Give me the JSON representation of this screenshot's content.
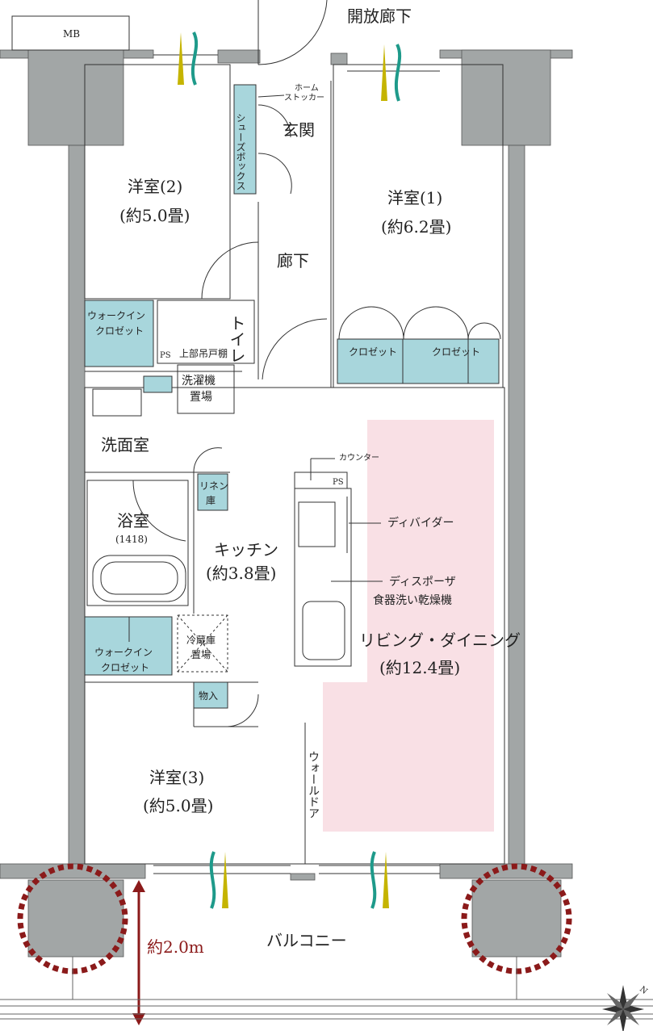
{
  "colors": {
    "wall": "#a2a6a6",
    "storage": "#a8d6dc",
    "ld_highlight": "#f9e0e5",
    "depth_marker": "#8b1a1a",
    "vent_green": "#1e9a8a",
    "vent_gold": "#c5b400"
  },
  "labels": {
    "mb": "MB",
    "corridor": "開放廊下",
    "home_stocker": "ホーム",
    "home_stocker2": "ストッカー",
    "shoe_box": "シューズボックス",
    "entrance": "玄関",
    "room2": "洋室(2)",
    "room2_size": "(約5.0畳)",
    "room1": "洋室(1)",
    "room1_size": "(約6.2畳)",
    "hallway": "廊下",
    "wic1_a": "ウォークイン",
    "wic1_b": "クロゼット",
    "toilet": "トイレ",
    "upper_cabinet": "上部吊戸棚",
    "ps1": "PS",
    "closet_a": "クロゼット",
    "closet_b": "クロゼット",
    "washer_a": "洗濯機",
    "washer_b": "置場",
    "washroom": "洗面室",
    "linen_a": "リネン",
    "linen_b": "庫",
    "bath": "浴室",
    "bath_size": "(1418)",
    "counter": "カウンター",
    "ps2": "PS",
    "divider": "ディバイダー",
    "disposer": "ディスポーザ",
    "dishwasher": "食器洗い乾燥機",
    "kitchen": "キッチン",
    "kitchen_size": "(約3.8畳)",
    "ld": "リビング・ダイニング",
    "ld_size": "(約12.4畳)",
    "wic2_a": "ウォークイン",
    "wic2_b": "クロゼット",
    "fridge_a": "冷蔵庫",
    "fridge_b": "置場",
    "storage": "物入",
    "room3": "洋室(3)",
    "room3_size": "(約5.0畳)",
    "wall_door": "ウォールドア",
    "balcony": "バルコニー",
    "depth": "約2.0m",
    "north": "N"
  }
}
